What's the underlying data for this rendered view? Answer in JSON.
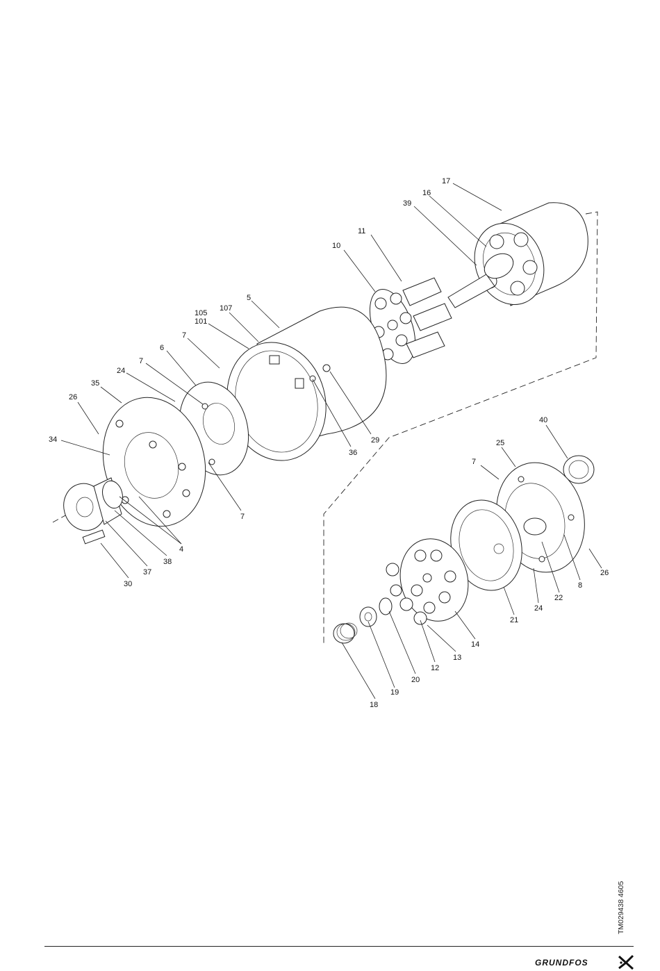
{
  "drawing_ref": "TM029438 4605",
  "brand": "GRUNDFOS",
  "callouts": [
    {
      "id": "c17",
      "text": "17"
    },
    {
      "id": "c16",
      "text": "16"
    },
    {
      "id": "c39",
      "text": "39"
    },
    {
      "id": "c11",
      "text": "11"
    },
    {
      "id": "c10",
      "text": "10"
    },
    {
      "id": "c5",
      "text": "5"
    },
    {
      "id": "c105",
      "text": "105"
    },
    {
      "id": "c107",
      "text": "107"
    },
    {
      "id": "c101",
      "text": "101"
    },
    {
      "id": "c7a",
      "text": "7"
    },
    {
      "id": "c7b",
      "text": "7"
    },
    {
      "id": "c6",
      "text": "6"
    },
    {
      "id": "c24a",
      "text": "24"
    },
    {
      "id": "c35",
      "text": "35"
    },
    {
      "id": "c26a",
      "text": "26"
    },
    {
      "id": "c34",
      "text": "34"
    },
    {
      "id": "c29",
      "text": "29"
    },
    {
      "id": "c36",
      "text": "36"
    },
    {
      "id": "c7c",
      "text": "7"
    },
    {
      "id": "c4",
      "text": "4"
    },
    {
      "id": "c38",
      "text": "38"
    },
    {
      "id": "c37",
      "text": "37"
    },
    {
      "id": "c30",
      "text": "30"
    },
    {
      "id": "c40",
      "text": "40"
    },
    {
      "id": "c25",
      "text": "25"
    },
    {
      "id": "c7d",
      "text": "7"
    },
    {
      "id": "c26b",
      "text": "26"
    },
    {
      "id": "c8",
      "text": "8"
    },
    {
      "id": "c22",
      "text": "22"
    },
    {
      "id": "c24b",
      "text": "24"
    },
    {
      "id": "c21",
      "text": "21"
    },
    {
      "id": "c14",
      "text": "14"
    },
    {
      "id": "c13",
      "text": "13"
    },
    {
      "id": "c12",
      "text": "12"
    },
    {
      "id": "c20",
      "text": "20"
    },
    {
      "id": "c19",
      "text": "19"
    },
    {
      "id": "c18",
      "text": "18"
    }
  ]
}
